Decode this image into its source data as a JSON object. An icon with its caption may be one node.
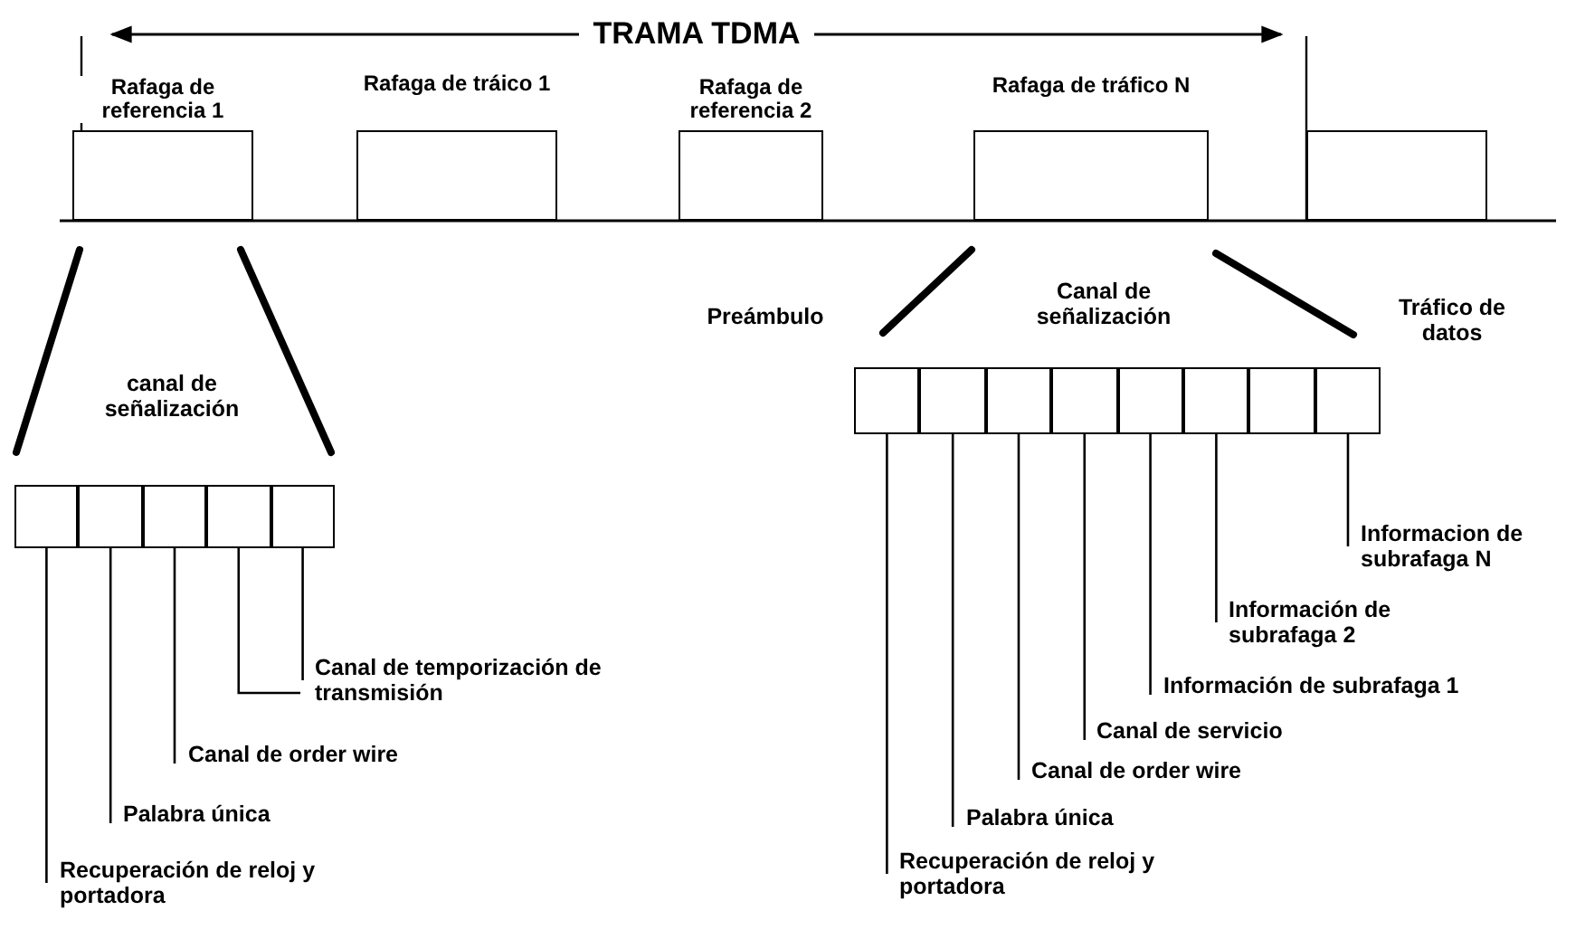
{
  "diagram": {
    "nodes": [
      {
        "text": [
          "Rafaga de referencia 1"
        ]
      },
      {
        "text": [
          "Rafaga de tráico 1"
        ]
      },
      {
        "text": [
          "Rafaga de referencia 2"
        ]
      },
      {
        "text": [
          "Rafaga de tráfico N"
        ]
      },
      {
        "text": [],
        "shape": "box"
      },
      {
        "text": [],
        "shape": "box"
      },
      {
        "text": [],
        "shape": "box"
      },
      {
        "text": [],
        "shape": "box"
      },
      {
        "text": [],
        "shape": "box"
      },
      {
        "text": [],
        "shape": "box"
      },
      {
        "text": [],
        "shape": "box"
      },
      {
        "text": [],
        "shape": "box"
      },
      {
        "text": [],
        "shape": "box"
      },
      {
        "text": [],
        "shape": "box"
      },
      {
        "text": [],
        "shape": "box"
      },
      {
        "text": [],
        "shape": "box"
      },
      {
        "text": [],
        "shape": "box"
      },
      {
        "text": [],
        "shape": "box"
      },
      {
        "text": [
          "Canal de temporización de transmisión"
        ]
      },
      {
        "text": [
          "Canal de order wire"
        ]
      },
      {
        "text": [
          "Palabra única"
        ]
      },
      {
        "text": [
          "Recuperación de reloj y portadora"
        ]
      },
      {
        "text": [
          "Informacion de subrafaga N"
        ]
      },
      {
        "text": [
          "Información de subrafaga 2"
        ]
      },
      {
        "text": [
          "Información de subrafaga 1"
        ]
      },
      {
        "text": [
          "Canal de servicio"
        ]
      },
      {
        "text": [
          "Canal de order wire"
        ]
      },
      {
        "text": [
          "Palabra única"
        ]
      },
      {
        "text": [
          "Recuperación de reloj y portadora"
        ]
      }
    ],
    "edges": [
      {
        "from": 18,
        "to": 9,
        "arrow": "none"
      },
      {
        "from": 18,
        "to": 8,
        "arrow": "none"
      },
      {
        "from": 19,
        "to": 7,
        "arrow": "none"
      },
      {
        "from": 20,
        "to": 6,
        "arrow": "none"
      },
      {
        "from": 21,
        "to": 5,
        "arrow": "none"
      },
      {
        "from": 22,
        "to": 17,
        "arrow": "none"
      },
      {
        "from": 23,
        "to": 15,
        "arrow": "none"
      },
      {
        "from": 24,
        "to": 14,
        "arrow": "none"
      },
      {
        "from": 25,
        "to": 13,
        "arrow": "none"
      },
      {
        "from": 26,
        "to": 12,
        "arrow": "none"
      },
      {
        "from": 27,
        "to": 11,
        "arrow": "none"
      },
      {
        "from": 28,
        "to": 10,
        "arrow": "none"
      }
    ],
    "labels": [
      "TRAMA TDMA",
      "canal de señalización",
      "Preámbulo",
      "Canal de señalización",
      "Tráfico de datos"
    ]
  }
}
